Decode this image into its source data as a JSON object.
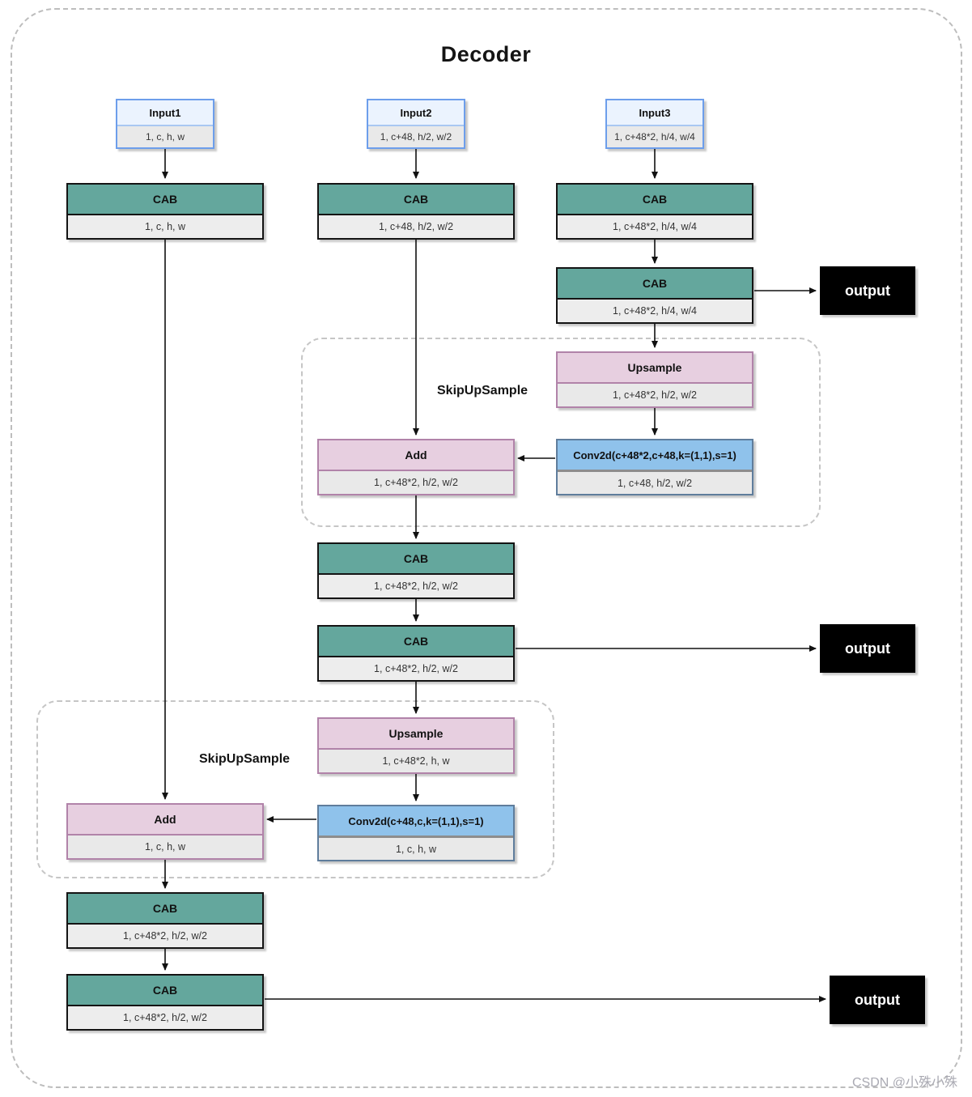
{
  "title": "Decoder",
  "watermark": "CSDN @小殊小殊",
  "colors": {
    "cab_fill": "#64a79d",
    "pink_fill": "#e7cfe0",
    "pink_border": "#b183a9",
    "blue_fill": "#8fc2eb",
    "blue_border": "#5f7d9c",
    "input_fill": "#ebf3fe",
    "input_border": "#6d9eeb",
    "body_fill": "#ededed",
    "output_bg": "#000000",
    "output_text": "#ffffff"
  },
  "regions": [
    {
      "label": "SkipUpSample"
    },
    {
      "label": "SkipUpSample"
    }
  ],
  "outputs": [
    {
      "label": "output"
    },
    {
      "label": "output"
    },
    {
      "label": "output"
    }
  ],
  "nodes": {
    "input1": {
      "title": "Input1",
      "shape": "1, c, h, w"
    },
    "input2": {
      "title": "Input2",
      "shape": "1, c+48, h/2, w/2"
    },
    "input3": {
      "title": "Input3",
      "shape": "1, c+48*2, h/4, w/4"
    },
    "cab_c1_1": {
      "title": "CAB",
      "shape": "1, c, h, w"
    },
    "cab_c2_1": {
      "title": "CAB",
      "shape": "1, c+48, h/2, w/2"
    },
    "cab_c3_1": {
      "title": "CAB",
      "shape": "1, c+48*2, h/4, w/4"
    },
    "cab_c3_2": {
      "title": "CAB",
      "shape": "1, c+48*2, h/4, w/4"
    },
    "upsample1": {
      "title": "Upsample",
      "shape": "1, c+48*2, h/2, w/2"
    },
    "conv1": {
      "title": "Conv2d(c+48*2,c+48,k=(1,1),s=1)",
      "shape": "1, c+48, h/2, w/2"
    },
    "add1": {
      "title": "Add",
      "shape": "1, c+48*2, h/2, w/2"
    },
    "cab_c2_2": {
      "title": "CAB",
      "shape": "1, c+48*2, h/2, w/2"
    },
    "cab_c2_3": {
      "title": "CAB",
      "shape": "1, c+48*2, h/2, w/2"
    },
    "upsample2": {
      "title": "Upsample",
      "shape": "1, c+48*2, h, w"
    },
    "conv2": {
      "title": "Conv2d(c+48,c,k=(1,1),s=1)",
      "shape": "1, c, h, w"
    },
    "add2": {
      "title": "Add",
      "shape": "1, c, h, w"
    },
    "cab_c1_2": {
      "title": "CAB",
      "shape": "1, c+48*2, h/2, w/2"
    },
    "cab_c1_3": {
      "title": "CAB",
      "shape": "1, c+48*2, h/2, w/2"
    }
  }
}
